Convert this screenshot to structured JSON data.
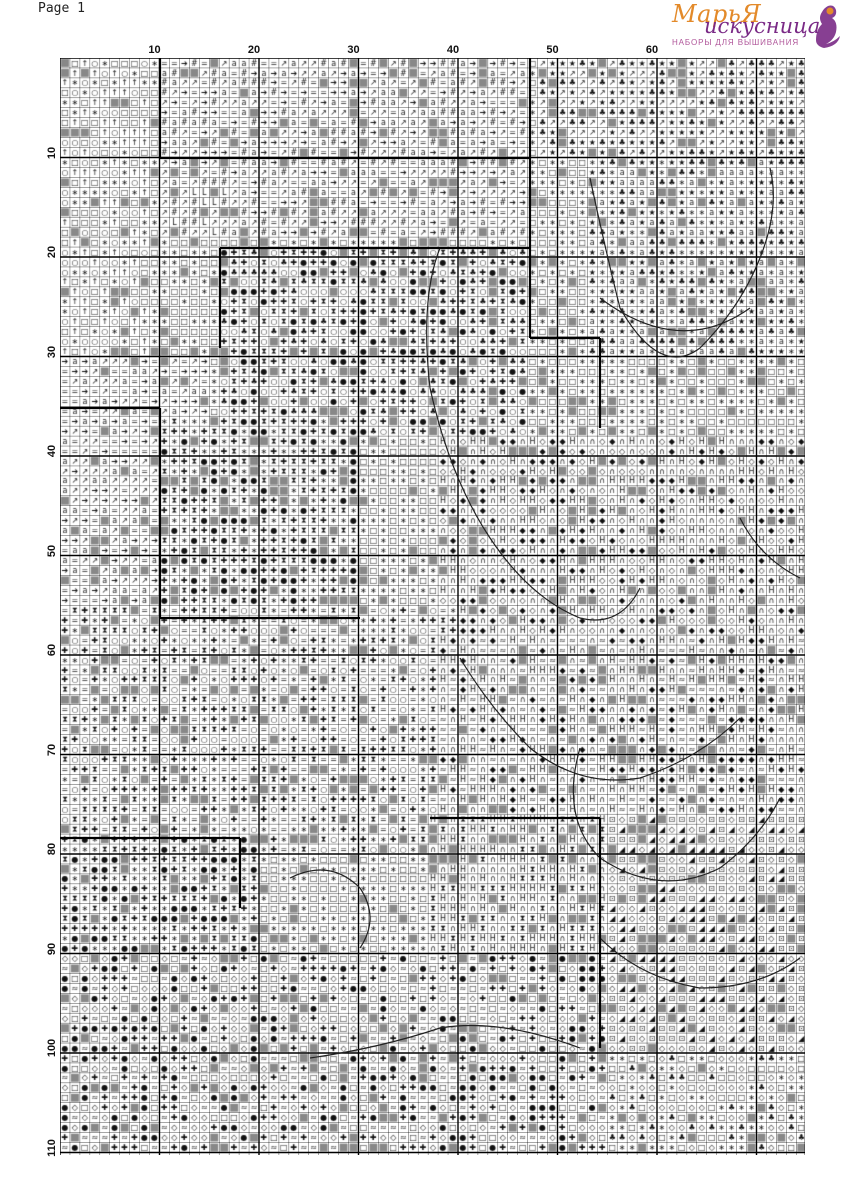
{
  "page": {
    "label": "Page 1"
  },
  "brand": {
    "name_line1": "МарьЯ",
    "name_line2": "искусница",
    "tagline": "НАБОРЫ ДЛЯ ВЫШИВАНИЯ",
    "colors": {
      "orange": "#e38a2a",
      "purple": "#7a2a86",
      "pink": "#b0569a"
    }
  },
  "grid": {
    "columns": 75,
    "rows": 110,
    "column_numbers": [
      "10",
      "20",
      "30",
      "40",
      "50",
      "60"
    ],
    "row_numbers": [
      "10",
      "20",
      "30",
      "40",
      "50",
      "60",
      "70",
      "80",
      "90",
      "100",
      "110"
    ]
  },
  "legend_symbols": [
    "□",
    "∗",
    "↑",
    "○",
    "=",
    "↗",
    "a",
    "➔",
    "#",
    "L",
    "♣",
    "★",
    "⧗",
    "✚",
    "●",
    "◆",
    "◇",
    "∩",
    "H",
    "≈",
    "◢",
    "⊡"
  ]
}
